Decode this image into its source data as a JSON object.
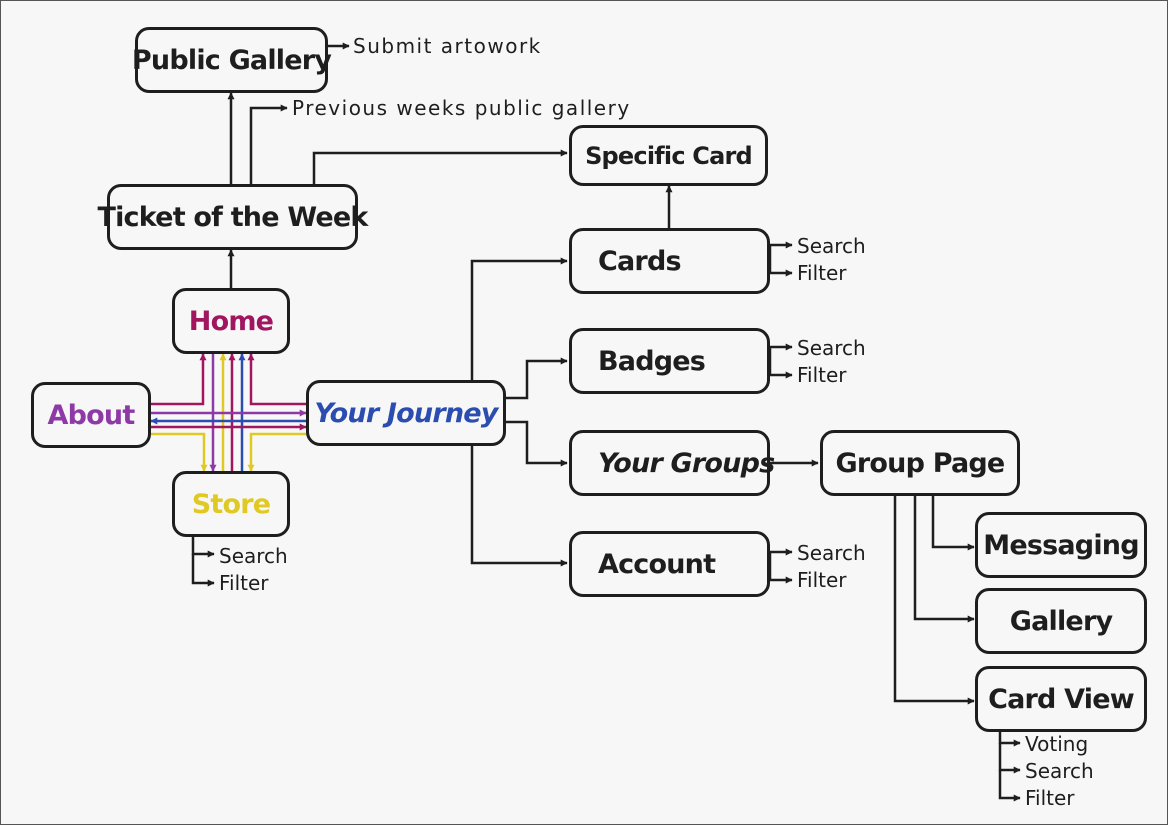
{
  "colors": {
    "line": "#1e1e1e",
    "home": "#a0175f",
    "about": "#8e3aa6",
    "store": "#e0c923",
    "journey": "#2b4db0"
  },
  "nodes": {
    "public_gallery": "Public Gallery",
    "ticket_of_the_week": "Ticket of the Week",
    "home": "Home",
    "about": "About",
    "store": "Store",
    "your_journey": "Your Journey",
    "specific_card": "Specific Card",
    "cards": "Cards",
    "badges": "Badges",
    "your_groups": "Your Groups",
    "account": "Account",
    "group_page": "Group Page",
    "messaging": "Messaging",
    "gallery": "Gallery",
    "card_view": "Card View"
  },
  "labels": {
    "submit_artwork": "Submit  artowork",
    "previous_gallery": "Previous  weeks  public  gallery",
    "cards_search": "Search",
    "cards_filter": "Filter",
    "badges_search": "Search",
    "badges_filter": "Filter",
    "account_search": "Search",
    "account_filter": "Filter",
    "store_search": "Search",
    "store_filter": "Filter",
    "card_view_voting": "Voting",
    "card_view_search": "Search",
    "card_view_filter": "Filter"
  }
}
